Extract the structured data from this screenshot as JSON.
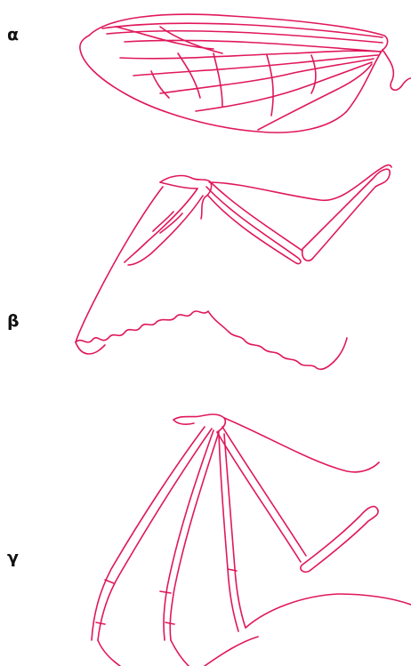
{
  "labels": {
    "alpha": "α",
    "beta": "β",
    "gamma": "γ"
  },
  "line_color": "#e0185a",
  "panels": [
    {
      "id": "alpha",
      "content": "insect-wing"
    },
    {
      "id": "beta",
      "content": "bird-wing"
    },
    {
      "id": "gamma",
      "content": "bat-wing"
    }
  ]
}
